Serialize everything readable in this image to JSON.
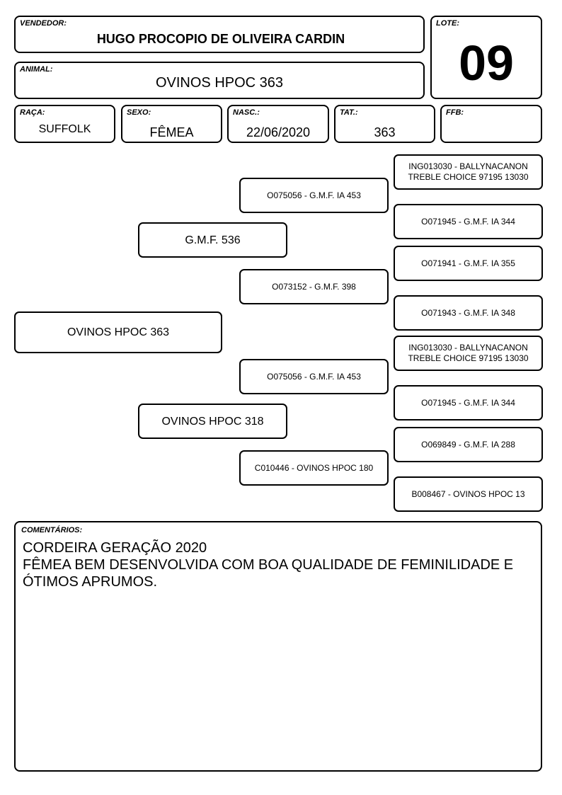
{
  "header": {
    "seller": {
      "label": "VENDEDOR:",
      "value": "HUGO PROCOPIO DE OLIVEIRA CARDIN"
    },
    "animal": {
      "label": "ANIMAL:",
      "value": "OVINOS HPOC 363"
    },
    "lot": {
      "label": "LOTE:",
      "value": "09"
    }
  },
  "details": {
    "breed": {
      "label": "RAÇA:",
      "value": "SUFFOLK"
    },
    "sex": {
      "label": "SEXO:",
      "value": "FÊMEA"
    },
    "birth": {
      "label": "NASC.:",
      "value": "22/06/2020"
    },
    "tattoo": {
      "label": "TAT.:",
      "value": "363"
    },
    "ffb": {
      "label": "FFB:",
      "value": ""
    }
  },
  "pedigree": {
    "animal": "OVINOS HPOC 363",
    "sire": "G.M.F. 536",
    "dam": "OVINOS HPOC 318",
    "sire_sire": "O075056 - G.M.F. IA 453",
    "sire_dam": "O073152 - G.M.F. 398",
    "dam_sire": "O075056 - G.M.F. IA 453",
    "dam_dam": "C010446 - OVINOS HPOC 180",
    "gen3": [
      "ING013030 - BALLYNACANON\nTREBLE CHOICE 97195 13030",
      "O071945 - G.M.F. IA 344",
      "O071941 - G.M.F. IA 355",
      "O071943 - G.M.F. IA 348",
      "ING013030 - BALLYNACANON\nTREBLE CHOICE 97195 13030",
      "O071945 - G.M.F. IA 344",
      "O069849 - G.M.F. IA 288",
      "B008467 - OVINOS HPOC 13"
    ]
  },
  "comments": {
    "label": "COMENTÁRIOS:",
    "text": "CORDEIRA GERAÇÃO 2020\nFÊMEA BEM DESENVOLVIDA COM BOA QUALIDADE DE FEMINILIDADE E ÓTIMOS APRUMOS."
  }
}
